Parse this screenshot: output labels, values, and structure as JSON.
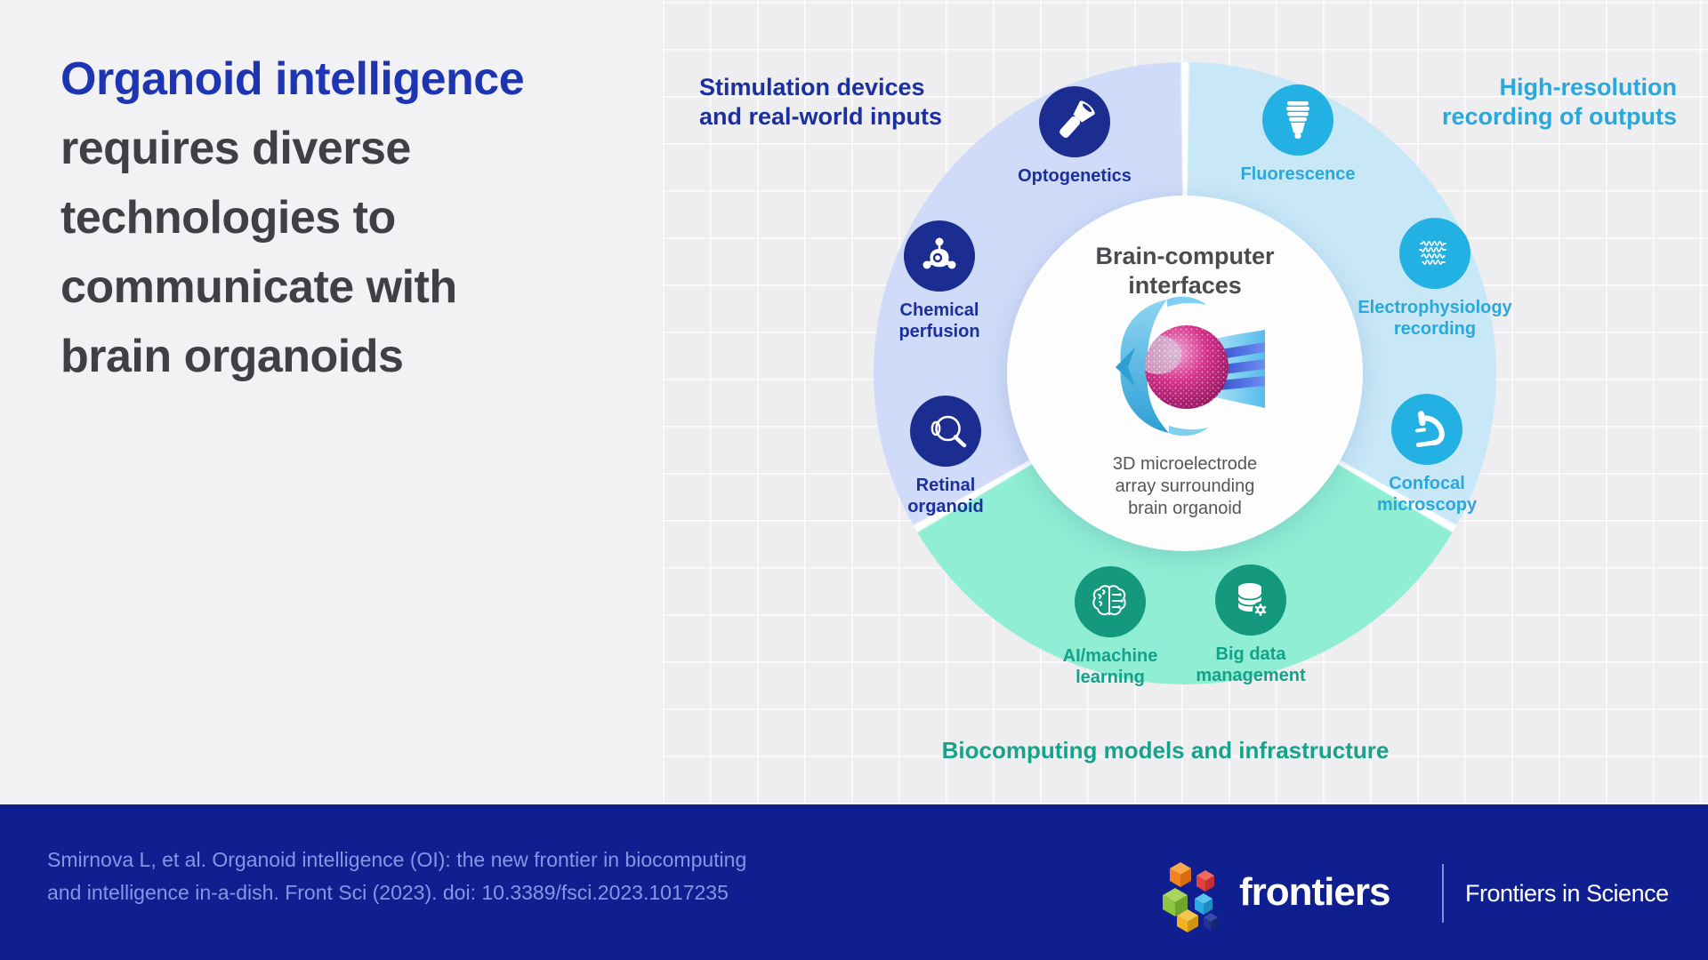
{
  "colors": {
    "title_highlight": "#1d35b2",
    "title_text": "#3f4045",
    "section_stimulation_bg": "#cfdbf8",
    "section_recording_bg": "#c8e8f8",
    "section_biocomputing_bg": "#8feed3",
    "icon_navy": "#1c2d92",
    "icon_cyan": "#22b1e2",
    "icon_teal": "#14997e",
    "text_navy": "#1b2f9e",
    "text_cyan": "#2aa7db",
    "text_teal": "#15a189",
    "footer_bg": "#101f90",
    "footer_text": "#8098e5"
  },
  "title": {
    "lines": [
      "Organoid intelligence",
      "requires diverse",
      "technologies to",
      "communicate with",
      "brain organoids"
    ]
  },
  "diagram": {
    "sections": {
      "stimulation": {
        "lines": [
          "Stimulation devices",
          "and real-world inputs"
        ]
      },
      "recording": {
        "lines": [
          "High-resolution",
          "recording of outputs"
        ]
      },
      "biocomputing": {
        "label": "Biocomputing models and infrastructure"
      }
    },
    "center": {
      "title_lines": [
        "Brain-computer",
        "interfaces"
      ],
      "caption_lines": [
        "3D microelectrode",
        "array surrounding",
        "brain organoid"
      ],
      "illustration": "brain-organoid-in-microelectrode-array"
    },
    "items": [
      {
        "id": "optogenetics",
        "icon": "flashlight-icon",
        "lines": [
          "Optogenetics"
        ]
      },
      {
        "id": "fluorescence",
        "icon": "cfl-bulb-icon",
        "lines": [
          "Fluorescence"
        ]
      },
      {
        "id": "chemical-perfusion",
        "icon": "molecule-icon",
        "lines": [
          "Chemical",
          "perfusion"
        ]
      },
      {
        "id": "retinal-organoid",
        "icon": "eye-icon",
        "lines": [
          "Retinal",
          "organoid"
        ]
      },
      {
        "id": "electrophysiology-recording",
        "icon": "waveform-icon",
        "lines": [
          "Electrophysiology",
          "recording"
        ]
      },
      {
        "id": "confocal-microscopy",
        "icon": "microscope-icon",
        "lines": [
          "Confocal",
          "microscopy"
        ]
      },
      {
        "id": "ai-machine-learning",
        "icon": "brain-icon",
        "lines": [
          "AI/machine",
          "learning"
        ]
      },
      {
        "id": "big-data-management",
        "icon": "database-gear-icon",
        "lines": [
          "Big data",
          "management"
        ]
      }
    ]
  },
  "footer": {
    "citation_lines": [
      "Smirnova L, et al. Organoid intelligence (OI): the new frontier in biocomputing",
      "and intelligence in-a-dish. Front Sci (2023). doi: 10.3389/fsci.2023.1017235"
    ],
    "brand": "frontiers",
    "publication": "Frontiers in Science",
    "logo": "frontiers-cubes"
  }
}
